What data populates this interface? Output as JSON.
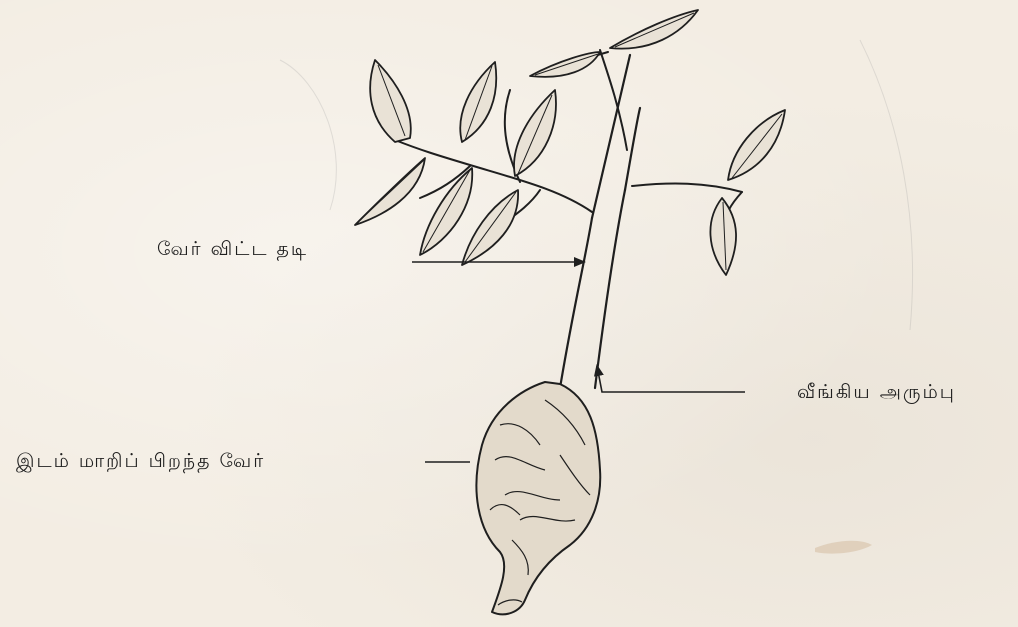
{
  "diagram": {
    "labels": {
      "rooted_stem": "வேர் விட்ட தடி",
      "swollen_bud": "வீங்கிய அரும்பு",
      "adventitious_root": "இடம் மாறிப் பிறந்த வேர்"
    },
    "colors": {
      "paper": "#f3ede3",
      "ink": "#1f1f1f"
    }
  }
}
